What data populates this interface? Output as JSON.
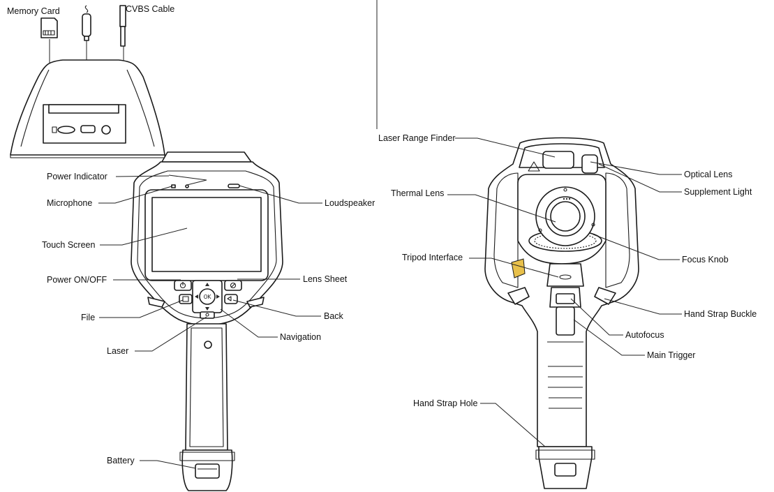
{
  "labels": {
    "memory_card": "Memory Card",
    "cvbs_cable": "CVBS Cable",
    "power_indicator": "Power Indicator",
    "microphone": "Microphone",
    "loudspeaker": "Loudspeaker",
    "touch_screen": "Touch Screen",
    "power_on_off": "Power ON/OFF",
    "lens_sheet": "Lens Sheet",
    "file": "File",
    "back": "Back",
    "navigation": "Navigation",
    "laser": "Laser",
    "battery": "Battery",
    "laser_range_finder": "Laser Range Finder",
    "optical_lens": "Optical Lens",
    "supplement_light": "Supplement Light",
    "thermal_lens": "Thermal Lens",
    "tripod_interface": "Tripod Interface",
    "focus_knob": "Focus Knob",
    "hand_strap_buckle": "Hand Strap Buckle",
    "autofocus": "Autofocus",
    "main_trigger": "Main Trigger",
    "hand_strap_hole": "Hand Strap Hole"
  },
  "button_glyphs": {
    "ok": "OK"
  },
  "colors": {
    "tripod_accent": "#e8c04a"
  }
}
